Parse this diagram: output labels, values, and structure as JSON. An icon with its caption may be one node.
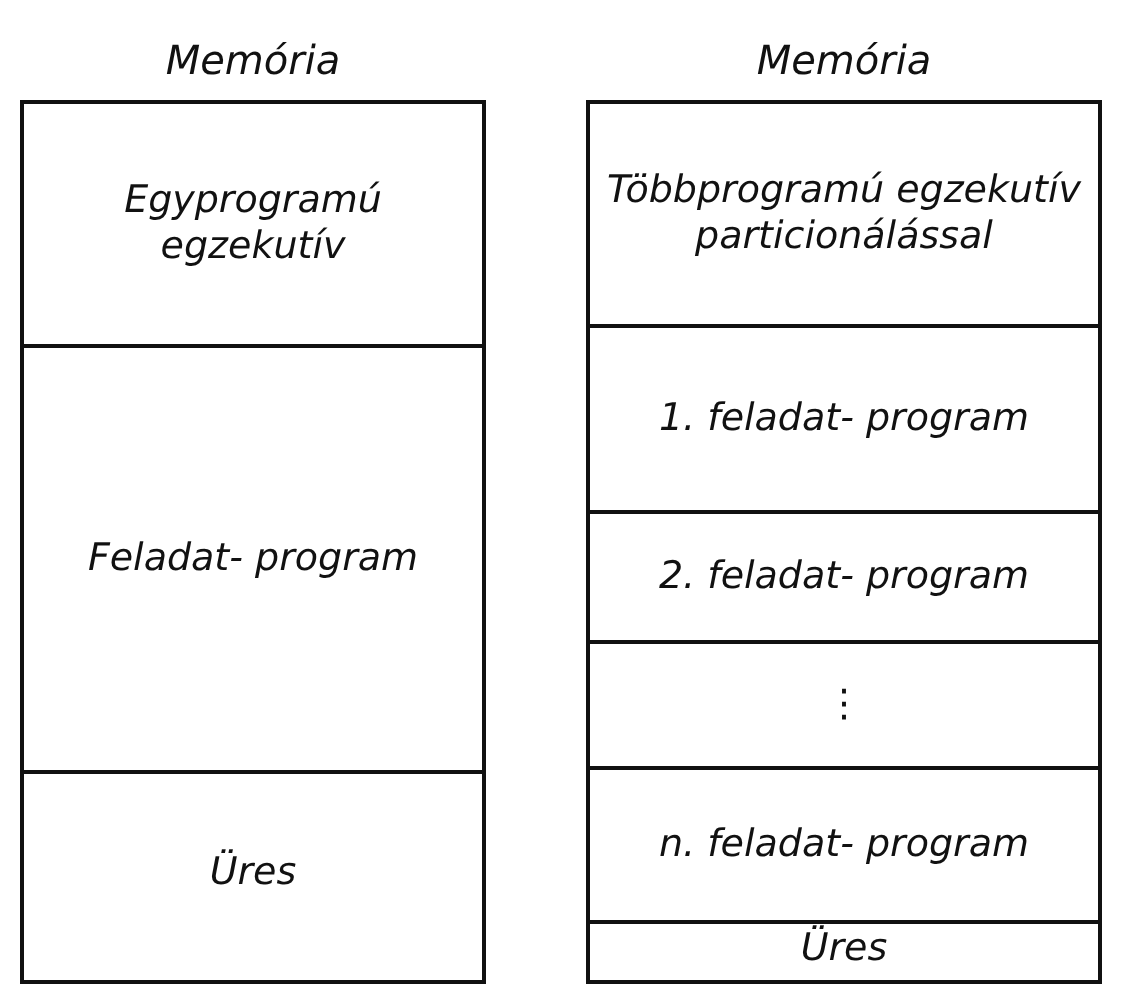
{
  "diagram": {
    "nodes": [
      {
        "text": [
          "Memória"
        ]
      },
      {
        "text": [
          "Egyprogramú egzekutív"
        ],
        "in": 0
      },
      {
        "text": [
          "Feladat- program"
        ],
        "in": 0
      },
      {
        "text": [
          "Üres"
        ],
        "in": 0
      },
      {
        "text": [
          "Memória"
        ]
      },
      {
        "text": [
          "Többprogramú egzekutív particionálással"
        ],
        "in": 4
      },
      {
        "text": [
          "1. feladat- program"
        ],
        "in": 4
      },
      {
        "text": [
          "2. feladat- program"
        ],
        "in": 4
      },
      {
        "text": [
          "⋮"
        ],
        "in": 4
      },
      {
        "text": [
          "n. feladat- program"
        ],
        "in": 4
      },
      {
        "text": [
          "Üres"
        ],
        "in": 4
      }
    ]
  }
}
